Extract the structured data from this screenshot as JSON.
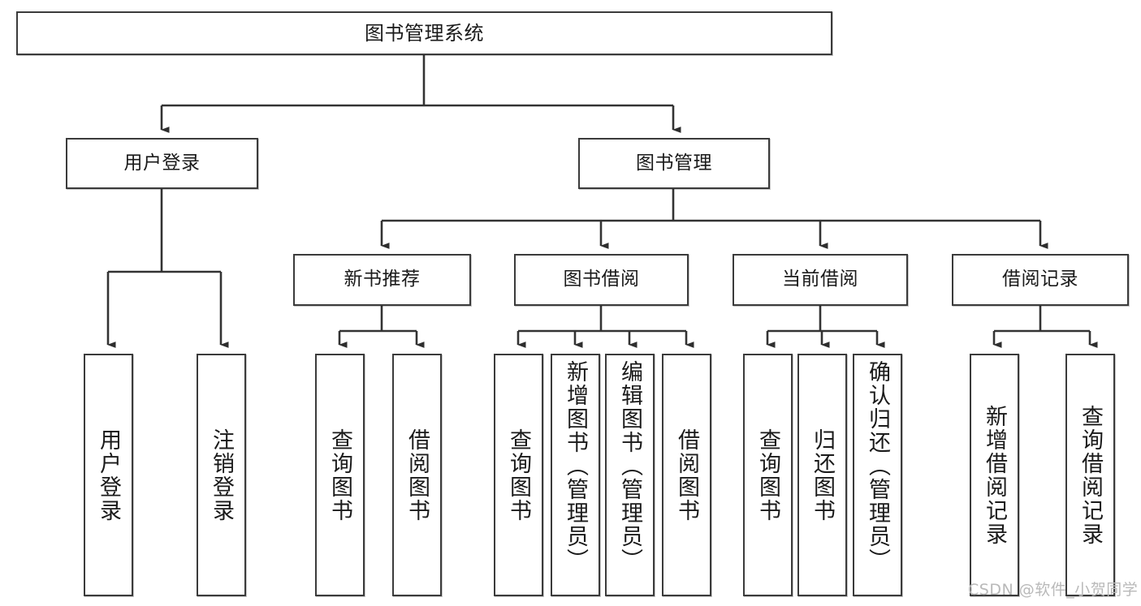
{
  "diagram": {
    "title": "图书管理系统",
    "type": "tree-structure-chart",
    "watermark": "CSDN @软件_小贺同学",
    "colors": {
      "box_border": "#3b3b3b",
      "box_fill": "#ffffff",
      "edge": "#333333",
      "text": "#1a1a1a",
      "watermark": "#b9b9b9"
    },
    "nodes": {
      "root": {
        "label": "图书管理系统"
      },
      "level1": [
        {
          "label": "用户登录"
        },
        {
          "label": "图书管理"
        }
      ],
      "level2": [
        {
          "label": "新书推荐"
        },
        {
          "label": "图书借阅"
        },
        {
          "label": "当前借阅"
        },
        {
          "label": "借阅记录"
        }
      ],
      "leaves": {
        "user_login": [
          {
            "label": "用户登录"
          },
          {
            "label": "注销登录"
          }
        ],
        "new_book_recommend": [
          {
            "label": "查询图书"
          },
          {
            "label": "借阅图书"
          }
        ],
        "book_borrow": [
          {
            "label": "查询图书"
          },
          {
            "label": "新增图书（管理员）"
          },
          {
            "label": "编辑图书（管理员）"
          },
          {
            "label": "借阅图书"
          }
        ],
        "current_borrow": [
          {
            "label": "查询图书"
          },
          {
            "label": "归还图书"
          },
          {
            "label": "确认归还（管理员）"
          }
        ],
        "borrow_record": [
          {
            "label": "新增借阅记录"
          },
          {
            "label": "查询借阅记录"
          }
        ]
      }
    }
  }
}
